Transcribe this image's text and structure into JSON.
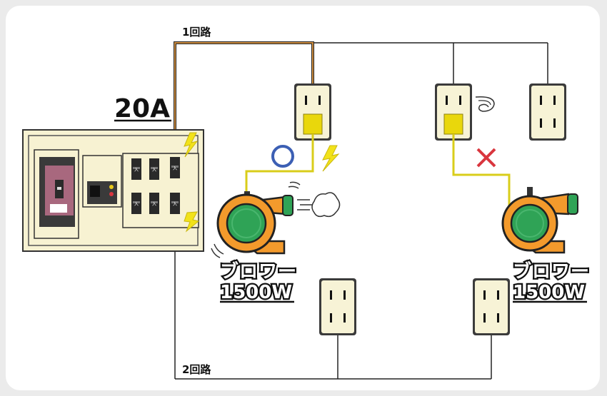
{
  "circuits": {
    "circuit1": "1回路",
    "circuit2": "2回路"
  },
  "panel": {
    "capacity": "20A",
    "breaker_on_text": "入"
  },
  "blower_left": {
    "name": "ブロワー",
    "wattage": "1500W",
    "status_symbol": "○",
    "status": "running"
  },
  "blower_right": {
    "name": "ブロワー",
    "wattage": "1500W",
    "status_symbol": "×",
    "status": "stopped"
  },
  "colors": {
    "background": "#ebebeb",
    "canvas": "#ffffff",
    "panel": "#f7f2d2",
    "outlet": "#f7f3d6",
    "plug_yellow": "#e9d70c",
    "cord_yellow": "#d9cd1a",
    "live_wire": "#b07a3a",
    "blower_orange": "#f39a2c",
    "blower_green": "#2fa356",
    "ok_circle": "#3c5fb4",
    "ng_cross": "#d9363e",
    "spark": "#f2e21a",
    "breaker_main": "#a8687e"
  },
  "icons": [
    "spark-icon",
    "airflow-cloud-icon",
    "smoke-spiral-icon",
    "ok-circle-icon",
    "ng-cross-icon"
  ]
}
